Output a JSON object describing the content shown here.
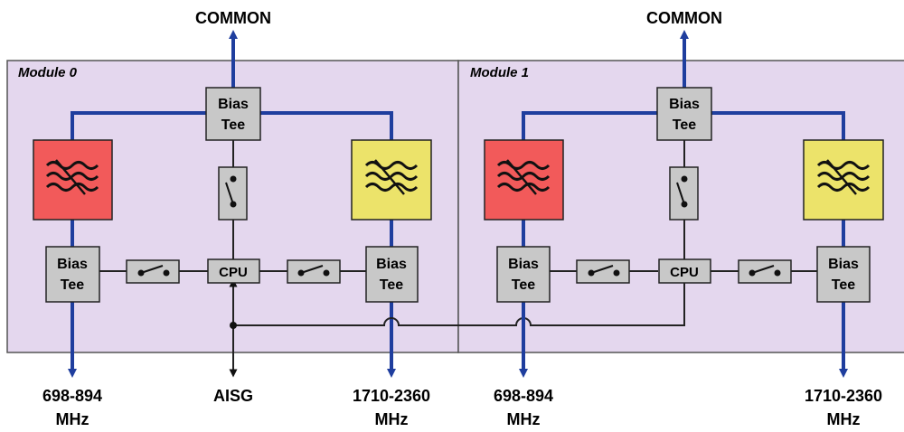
{
  "colors": {
    "module_fill": "#e4d7ee",
    "module_border": "#555555",
    "signal_line": "#1f3e9e",
    "control_line": "#222222",
    "box_fill": "#c8c8c8",
    "filter_low": "#f25a5a",
    "filter_high": "#ece36a"
  },
  "modules": [
    {
      "label": "Module 0"
    },
    {
      "label": "Module 1"
    }
  ],
  "common_labels": [
    "COMMON",
    "COMMON"
  ],
  "bias_tee": {
    "line1": "Bias",
    "line2": "Tee"
  },
  "cpu_label": "CPU",
  "bottom_ports": [
    {
      "line1": "698-894",
      "line2": "MHz"
    },
    {
      "line1": "AISG",
      "line2": ""
    },
    {
      "line1": "1710-2360",
      "line2": "MHz"
    },
    {
      "line1": "698-894",
      "line2": "MHz"
    },
    {
      "line1": "1710-2360",
      "line2": "MHz"
    }
  ],
  "icons": {
    "filter": "bandpass-filter-icon",
    "switch": "switch-icon"
  }
}
